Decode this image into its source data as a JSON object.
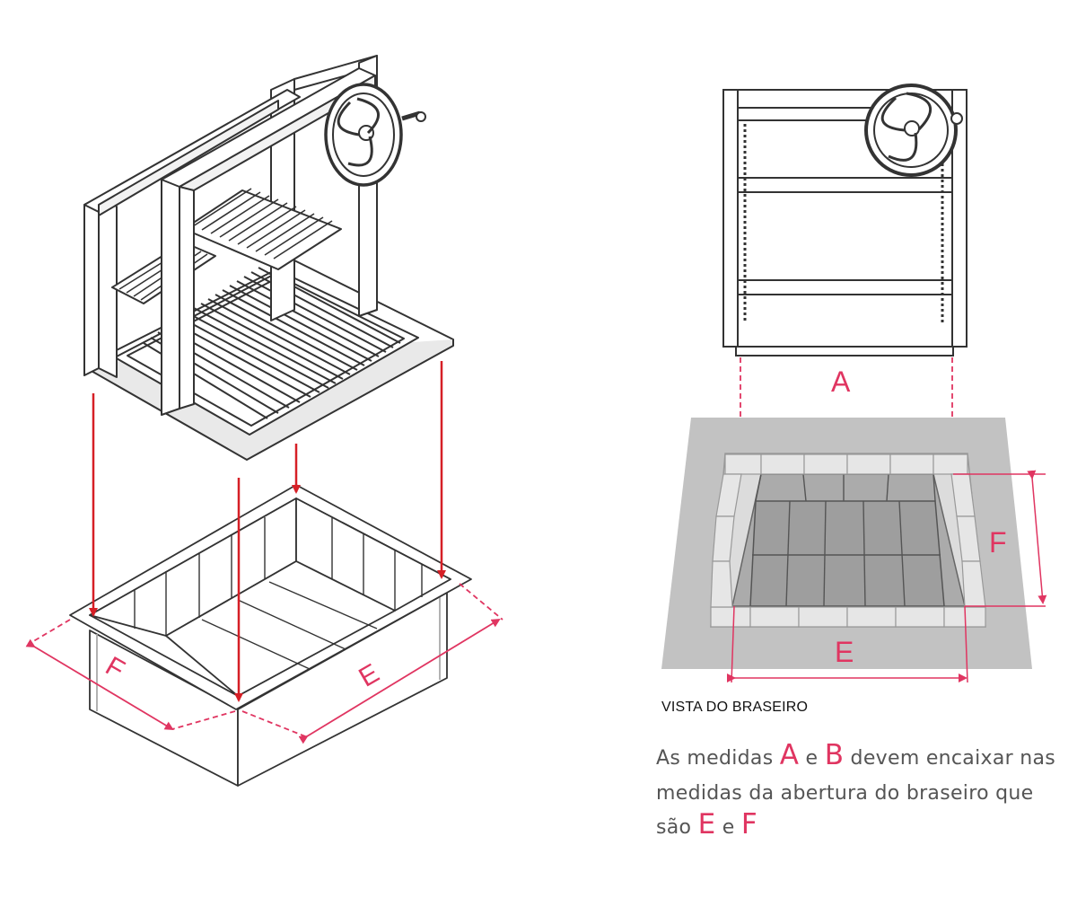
{
  "colors": {
    "accent": "#e03561",
    "arrow_red": "#d61f26",
    "line": "#333333",
    "pit_surround": "#c2c2c2",
    "pit_floor": "#9e9e9e",
    "brick": "#dcdcdc"
  },
  "labels": {
    "iso_f": "F",
    "iso_e": "E",
    "front_a": "A",
    "plan_f": "F",
    "plan_e": "E"
  },
  "caption": "VISTA DO BRASEIRO",
  "note": {
    "t1": "As medidas ",
    "k1": "A",
    "t2": " e ",
    "k2": "B",
    "t3": " devem encaixar nas medidas da abertura do braseiro que são ",
    "k3": "E",
    "t4": " e ",
    "k4": "F"
  }
}
